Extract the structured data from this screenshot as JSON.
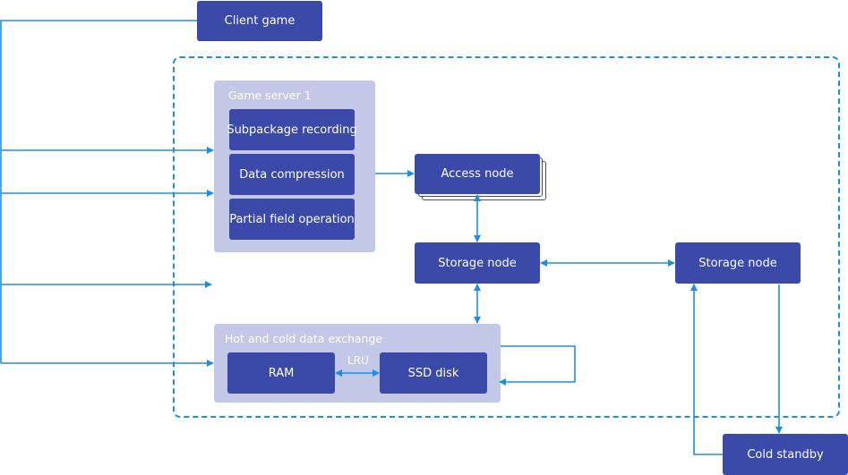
{
  "client_game": "Client game",
  "game_server": {
    "title": "Game server 1",
    "items": [
      "Subpackage recording",
      "Data compression",
      "Partial field operation"
    ]
  },
  "access_node": "Access node",
  "storage_node_primary": "Storage node",
  "storage_node_secondary": "Storage node",
  "hot_cold": {
    "title": "Hot and cold data exchange",
    "ram": "RAM",
    "ssd": "SSD disk",
    "lru": "LRU"
  },
  "cold_standby": "Cold standby",
  "colors": {
    "node": "#3b4aa8",
    "group": "#c3c8e8",
    "connector": "#1e8fe0"
  }
}
